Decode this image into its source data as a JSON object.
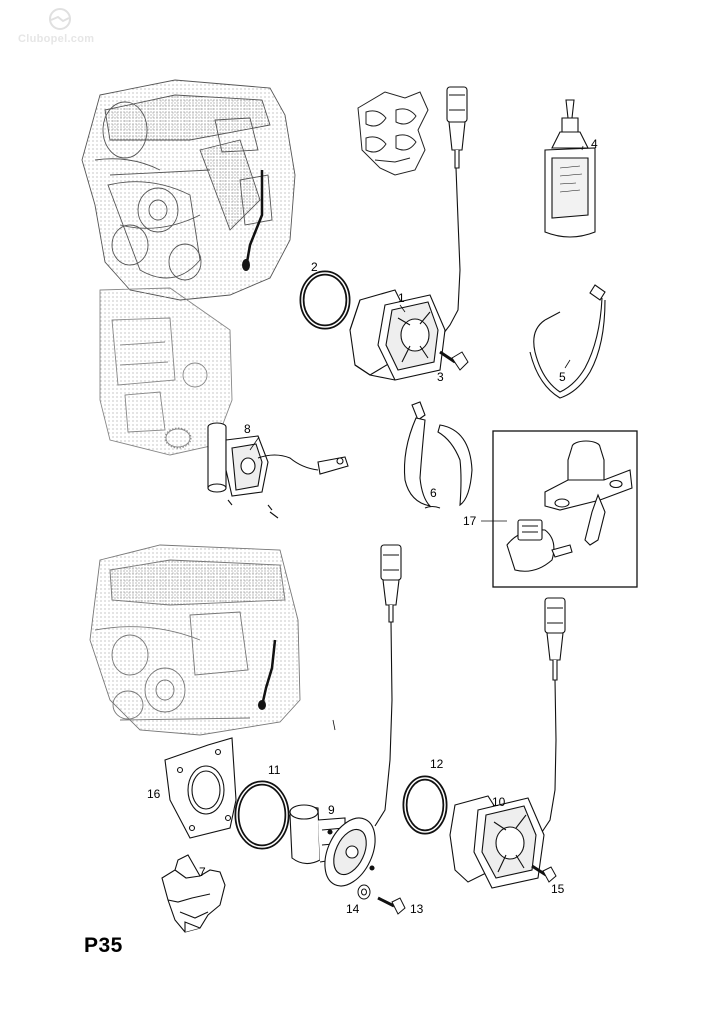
{
  "page": {
    "label": "P35"
  },
  "watermark": {
    "text": "Clubopel.com"
  },
  "callouts": {
    "c1": "1",
    "c2": "2",
    "c3": "3",
    "c4": "4",
    "c5": "5",
    "c6": "6",
    "c7": "7",
    "c8": "8",
    "c9": "9",
    "c10": "10",
    "c11": "11",
    "c12": "12",
    "c13": "13",
    "c14": "14",
    "c15": "15",
    "c16": "16",
    "c17": "17"
  }
}
